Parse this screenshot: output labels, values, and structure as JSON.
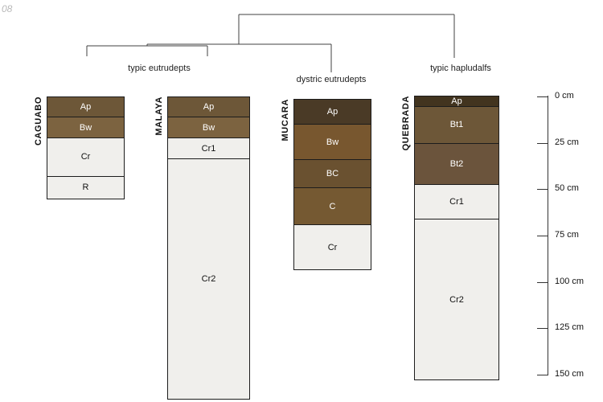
{
  "watermark": "08",
  "classification": {
    "groups": [
      "typic eutrudepts",
      "dystric eutrudepts",
      "typic hapludalfs"
    ]
  },
  "depth_axis": {
    "unit": "cm",
    "ticks": [
      "0 cm",
      "25 cm",
      "50 cm",
      "75 cm",
      "100 cm",
      "125 cm",
      "150 cm"
    ],
    "tick_values_cm": [
      0,
      25,
      50,
      75,
      100,
      125,
      150
    ]
  },
  "profiles": [
    {
      "name": "CAGUABO",
      "group": "typic eutrudepts",
      "top_cm": 0,
      "horizons": [
        {
          "label": "Ap",
          "thickness_cm": 11.3,
          "color": "#6d5738",
          "text_color": "#ffffff"
        },
        {
          "label": "Bw",
          "thickness_cm": 11.7,
          "color": "#7c6340",
          "text_color": "#ffffff"
        },
        {
          "label": "Cr",
          "thickness_cm": 21.2,
          "color": "#f0efec",
          "text_color": "#111111"
        },
        {
          "label": "R",
          "thickness_cm": 12.6,
          "color": "#f0efec",
          "text_color": "#111111"
        }
      ]
    },
    {
      "name": "MALAYA",
      "group": "typic eutrudepts",
      "top_cm": 0,
      "horizons": [
        {
          "label": "Ap",
          "thickness_cm": 11.3,
          "color": "#6d5738",
          "text_color": "#ffffff"
        },
        {
          "label": "Bw",
          "thickness_cm": 11.7,
          "color": "#7c6340",
          "text_color": "#ffffff"
        },
        {
          "label": "Cr1",
          "thickness_cm": 11.7,
          "color": "#f0efec",
          "text_color": "#111111"
        },
        {
          "label": "Cr2",
          "thickness_cm": 130.0,
          "color": "#f0efec",
          "text_color": "#111111"
        }
      ]
    },
    {
      "name": "MUCARA",
      "group": "dystric eutrudepts",
      "top_cm": 1.3,
      "horizons": [
        {
          "label": "Ap",
          "thickness_cm": 14.0,
          "color": "#4a3a26",
          "text_color": "#ffffff"
        },
        {
          "label": "Bw",
          "thickness_cm": 19.5,
          "color": "#78572f",
          "text_color": "#ffffff"
        },
        {
          "label": "BC",
          "thickness_cm": 15.5,
          "color": "#6a5130",
          "text_color": "#ffffff"
        },
        {
          "label": "C",
          "thickness_cm": 20.5,
          "color": "#755932",
          "text_color": "#ffffff"
        },
        {
          "label": "Cr",
          "thickness_cm": 24.5,
          "color": "#f0efec",
          "text_color": "#111111"
        }
      ]
    },
    {
      "name": "QUEBRADA",
      "group": "typic hapludalfs",
      "top_cm": -0.5,
      "horizons": [
        {
          "label": "Ap",
          "thickness_cm": 6.0,
          "color": "#42341f",
          "text_color": "#ffffff"
        },
        {
          "label": "Bt1",
          "thickness_cm": 20.5,
          "color": "#6d5738",
          "text_color": "#ffffff"
        },
        {
          "label": "Bt2",
          "thickness_cm": 22.5,
          "color": "#6b543c",
          "text_color": "#ffffff"
        },
        {
          "label": "Cr1",
          "thickness_cm": 19.0,
          "color": "#f0efec",
          "text_color": "#111111"
        },
        {
          "label": "Cr2",
          "thickness_cm": 87.5,
          "color": "#f0efec",
          "text_color": "#111111"
        }
      ]
    }
  ]
}
